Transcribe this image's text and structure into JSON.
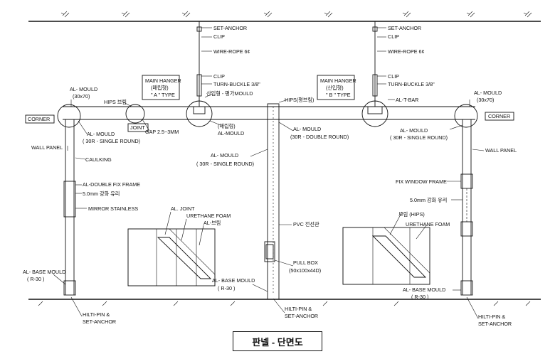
{
  "title": "판넬 - 단면도",
  "labels": {
    "set_anchor_a": "SET-ANCHOR",
    "clip_a1": "CLIP",
    "wire_rope_a": "WIRE-ROPE 6¢",
    "clip_a2": "CLIP",
    "turn_buckle_a": "TURN-BUCKLE 3/8\"",
    "main_hanger_a": "MAIN HANGER",
    "main_hanger_a_kor": "(매립형)",
    "main_hanger_a_type": "\" A \" TYPE",
    "sanip_mould": "산입형 - 평가MOULD",
    "maerip_al_mould": "(매립형)",
    "maerip_al_mould2": "AL-MOULD",
    "al_mould_tl": "AL- MOULD",
    "al_mould_tl_size": "(30x70)",
    "hips_burim": "HIPS 브림",
    "corner_l": "CORNER",
    "joint": "JOINT",
    "al_mould_sr_l": "AL- MOULD",
    "al_mould_sr_l2": "( 30R - SINGLE ROUND)",
    "gap": "GAP 2.5~3MM",
    "wall_panel_l": "WALL PANEL",
    "caulking": "CAULKING",
    "al_double_fix": "AL-DOUBLE FIX FRAME",
    "glass_l": "5.0mm 강화 유리",
    "mirror_stainless": "MIRROR STAINLESS",
    "al_joint": "AL. JOINT",
    "urethane_foam_l": "URETHANE FOAM",
    "al_burim": "AL-브림",
    "al_base_l": "AL- BASE MOULD",
    "al_base_l2": "( R-30 )",
    "hilti_l": "HILTI-PIN &",
    "hilti_l2": "SET-ANCHOR",
    "hips_pyung": "HIPS(평브림)",
    "al_mould_dr": "AL- MOULD",
    "al_mould_dr2": "(30R - DOUBLE ROUND)",
    "al_mould_sr_c": "AL- MOULD",
    "al_mould_sr_c2": "( 30R - SINGLE ROUND)",
    "pvc": "PVC 전선관",
    "pull_box": "PULL BOX",
    "pull_box_size": "(50x100x44D)",
    "al_base_c": "AL- BASE MOULD",
    "al_base_c2": "( R-30 )",
    "hilti_c": "HILTI-PIN &",
    "hilti_c2": "SET-ANCHOR",
    "set_anchor_b": "SET-ANCHOR",
    "clip_b1": "CLIP",
    "wire_rope_b": "WIRE-ROPE 6¢",
    "clip_b2": "CLIP",
    "turn_buckle_b": "TURN-BUCKLE 3/8\"",
    "main_hanger_b": "MAIN HANGER",
    "main_hanger_b_kor": "(산입형)",
    "main_hanger_b_type": "\" B \" TYPE",
    "al_t_bar": "AL-T-BAR",
    "al_mould_tr": "AL- MOULD",
    "al_mould_tr_size": "(30x70)",
    "corner_r": "CORNER",
    "al_mould_sr_r": "AL- MOULD",
    "al_mould_sr_r2": "( 30R - SINGLE ROUND)",
    "wall_panel_r": "WALL PANEL",
    "fix_window": "FIX WINDOW FRAME",
    "glass_r": "5.0mm 강화 유리",
    "burim_hips": "브림 (HIPS)",
    "urethane_foam_r": "URETHANE FOAM",
    "al_base_r": "AL- BASE MOULD",
    "al_base_r2": "( R-30 )",
    "hilti_r": "HILTI-PIN &",
    "hilti_r2": "SET-ANCHOR"
  }
}
